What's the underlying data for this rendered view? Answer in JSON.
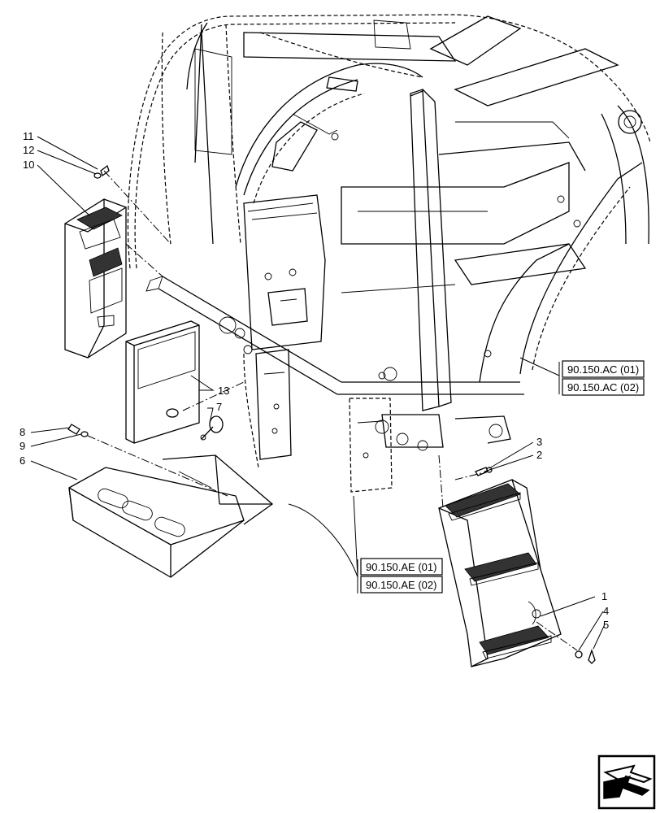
{
  "callouts": [
    {
      "id": "c1",
      "text": "1"
    },
    {
      "id": "c2",
      "text": "2"
    },
    {
      "id": "c3",
      "text": "3"
    },
    {
      "id": "c4",
      "text": "4"
    },
    {
      "id": "c5",
      "text": "5"
    },
    {
      "id": "c6",
      "text": "6"
    },
    {
      "id": "c7",
      "text": "7"
    },
    {
      "id": "c8",
      "text": "8"
    },
    {
      "id": "c9",
      "text": "9"
    },
    {
      "id": "c10",
      "text": "10"
    },
    {
      "id": "c11",
      "text": "11"
    },
    {
      "id": "c12",
      "text": "12"
    },
    {
      "id": "c13",
      "text": "13"
    }
  ],
  "references": {
    "ac_1": "90.150.AC (01)",
    "ac_2": "90.150.AC (02)",
    "ae_1": "90.150.AE (01)",
    "ae_2": "90.150.AE (02)"
  },
  "nav_icon": "next-page-arrow-icon"
}
